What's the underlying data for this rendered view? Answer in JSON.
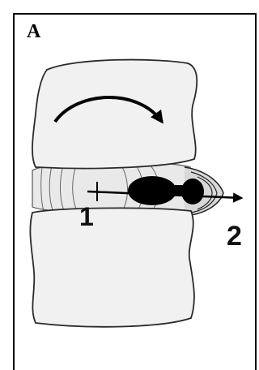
{
  "panel": {
    "label": "A"
  },
  "diagram": {
    "markers": [
      {
        "id": "marker-1",
        "text": "1"
      },
      {
        "id": "marker-2",
        "text": "2"
      }
    ],
    "colors": {
      "bone_fill": "#f1f1f1",
      "outline": "#2a2a2a",
      "nucleus": "#000000"
    }
  }
}
